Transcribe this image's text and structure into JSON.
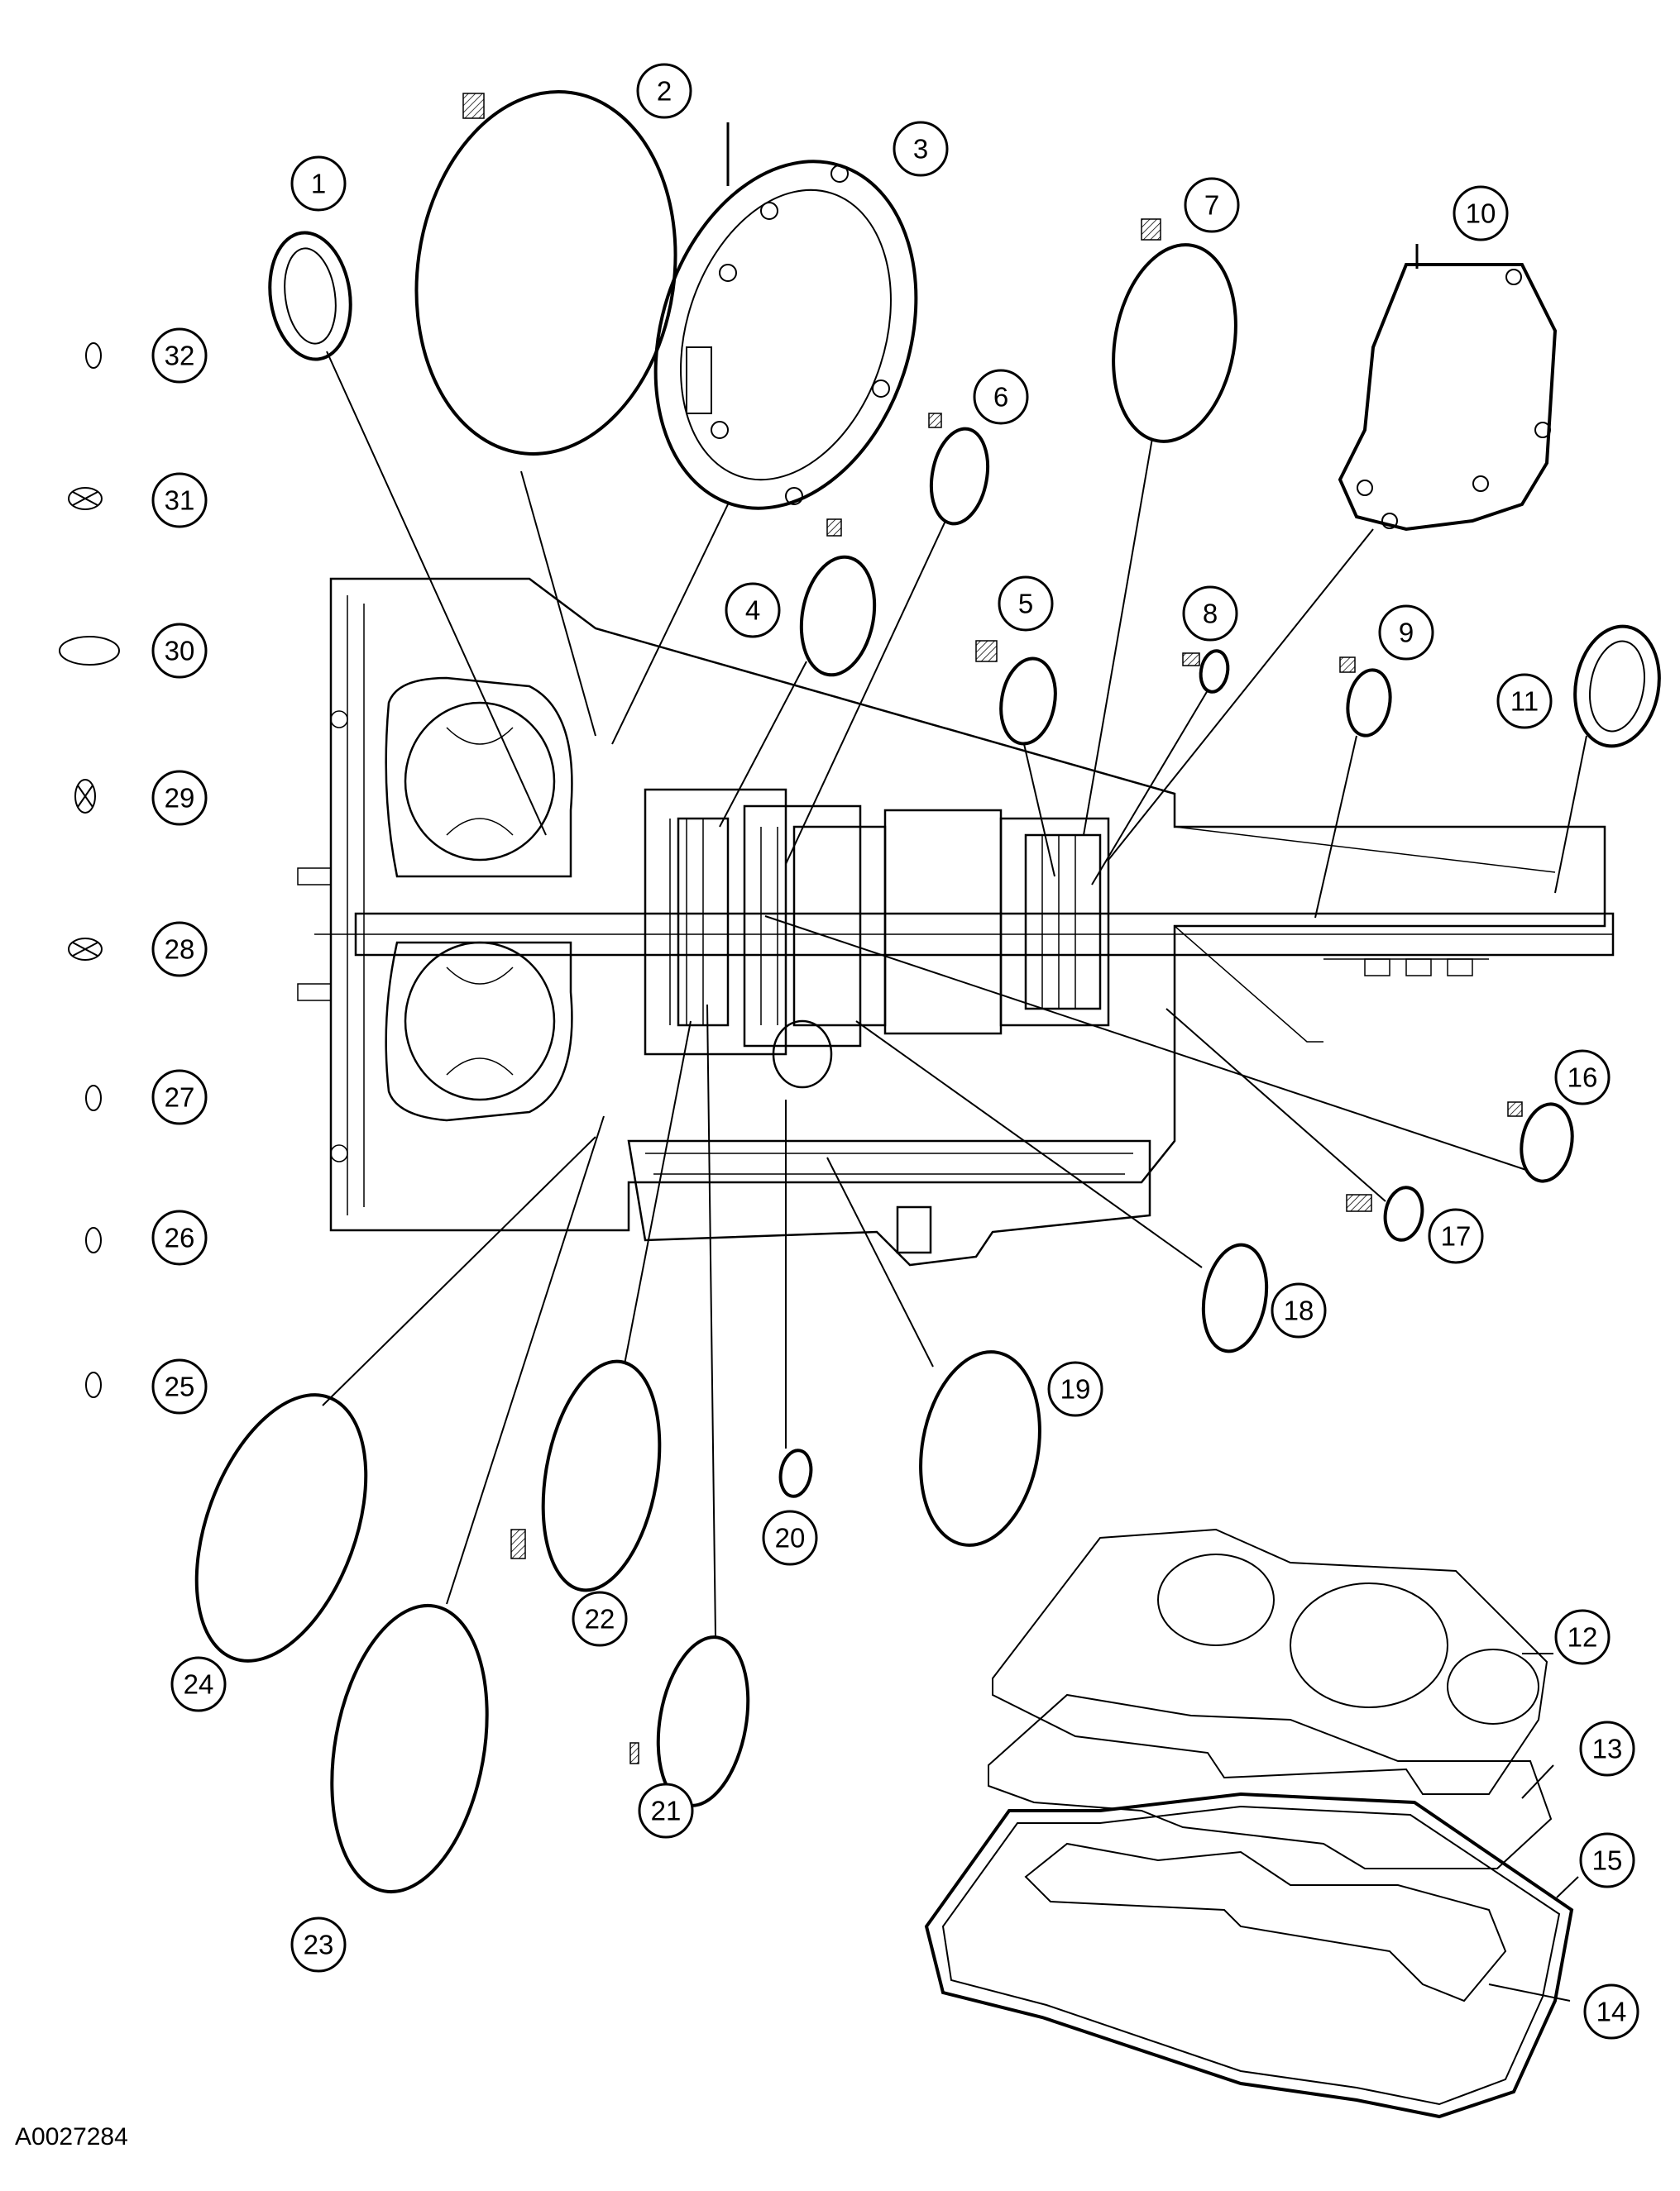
{
  "figure_id": "A0027284",
  "callouts": [
    {
      "id": "1",
      "label": "1"
    },
    {
      "id": "2",
      "label": "2"
    },
    {
      "id": "3",
      "label": "3"
    },
    {
      "id": "4",
      "label": "4"
    },
    {
      "id": "5",
      "label": "5"
    },
    {
      "id": "6",
      "label": "6"
    },
    {
      "id": "7",
      "label": "7"
    },
    {
      "id": "8",
      "label": "8"
    },
    {
      "id": "9",
      "label": "9"
    },
    {
      "id": "10",
      "label": "10"
    },
    {
      "id": "11",
      "label": "11"
    },
    {
      "id": "12",
      "label": "12"
    },
    {
      "id": "13",
      "label": "13"
    },
    {
      "id": "14",
      "label": "14"
    },
    {
      "id": "15",
      "label": "15"
    },
    {
      "id": "16",
      "label": "16"
    },
    {
      "id": "17",
      "label": "17"
    },
    {
      "id": "18",
      "label": "18"
    },
    {
      "id": "19",
      "label": "19"
    },
    {
      "id": "20",
      "label": "20"
    },
    {
      "id": "21",
      "label": "21"
    },
    {
      "id": "22",
      "label": "22"
    },
    {
      "id": "23",
      "label": "23"
    },
    {
      "id": "24",
      "label": "24"
    },
    {
      "id": "25",
      "label": "25"
    },
    {
      "id": "26",
      "label": "26"
    },
    {
      "id": "27",
      "label": "27"
    },
    {
      "id": "28",
      "label": "28"
    },
    {
      "id": "29",
      "label": "29"
    },
    {
      "id": "30",
      "label": "30"
    },
    {
      "id": "31",
      "label": "31"
    },
    {
      "id": "32",
      "label": "32"
    }
  ]
}
